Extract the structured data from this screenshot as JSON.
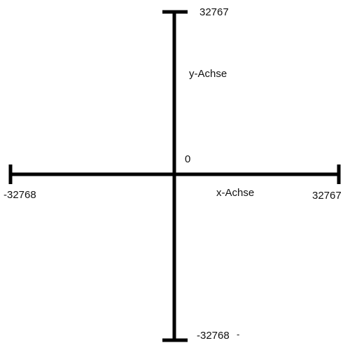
{
  "diagram": {
    "x_axis": {
      "title": "x-Achse",
      "min_label": "-32768",
      "max_label": "32767"
    },
    "y_axis": {
      "title": "y-Achse",
      "min_label": "-32768",
      "max_label": "32767"
    },
    "origin_label": "0",
    "stray_mark": "-",
    "line_color": "#000000"
  }
}
